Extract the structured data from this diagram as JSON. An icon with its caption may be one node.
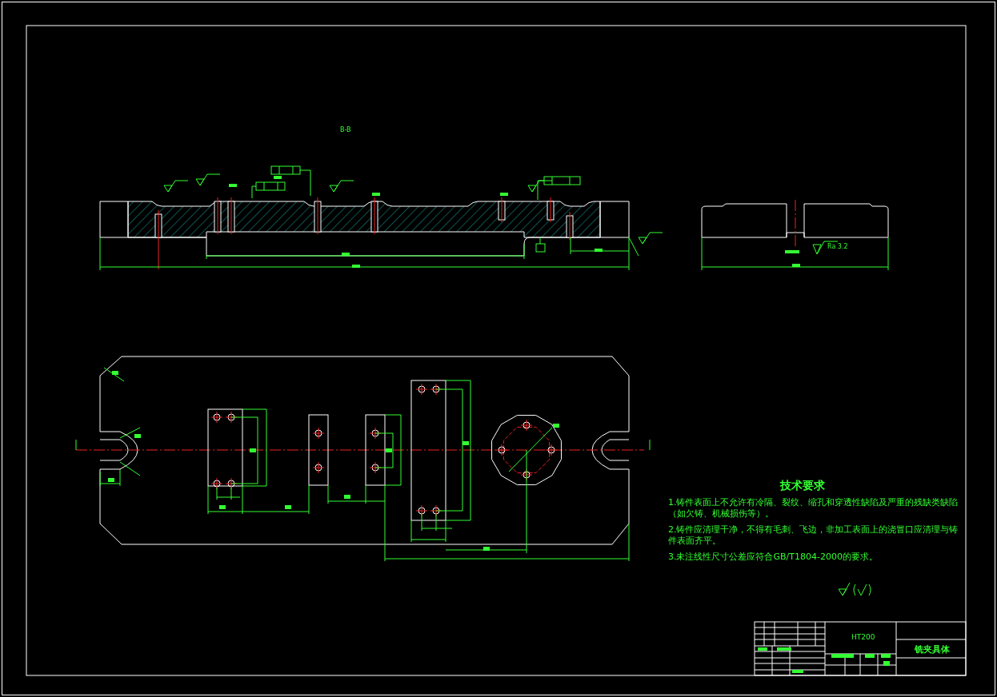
{
  "diagram": {
    "labels": [
      "B-B",
      "Ra 3.2",
      "技术要求",
      "1.铸件表面上不允许有冷隔、裂纹、缩孔和穿透性缺陷及严重的残缺类缺陷（如欠铸、机械损伤等）。",
      "2.铸件应清理干净，不得有毛刺、飞边，非加工表面上的浇冒口应清理与铸件表面齐平。",
      "3.未注线性尺寸公差应符合GB/T1804-2000的要求。",
      "HT200",
      "铣夹具体"
    ]
  }
}
